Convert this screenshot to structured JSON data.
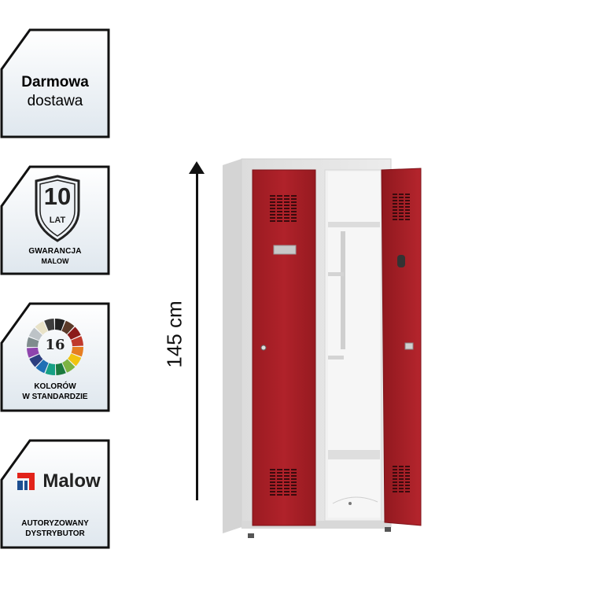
{
  "badges": {
    "delivery": {
      "line1": "Darmowa",
      "line2": "dostawa"
    },
    "warranty": {
      "years": "10",
      "unit": "LAT",
      "line1": "GWARANCJA",
      "line2": "MALOW"
    },
    "colors": {
      "count": "16",
      "line1": "KOLORÓW",
      "line2": "W STANDARDZIE"
    },
    "distributor": {
      "brand": "Malow",
      "line1": "AUTORYZOWANY",
      "line2": "DYSTRYBUTOR"
    }
  },
  "product": {
    "height_label": "145 cm"
  },
  "colors": {
    "door_red": "#a51e25",
    "body_grey": "#e4e4e4",
    "badge_border": "#111111",
    "brand_red": "#e2231a",
    "brand_blue": "#1d4f91"
  }
}
